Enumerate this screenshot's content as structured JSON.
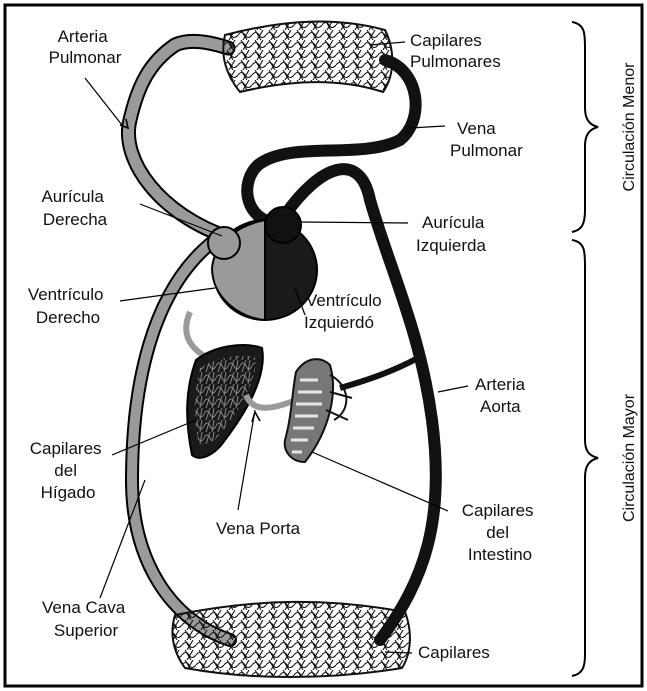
{
  "labels": {
    "arteria_pulmonar": [
      "Arteria",
      "Pulmonar"
    ],
    "capilares_pulmonares": [
      "Capilares",
      "Pulmonares"
    ],
    "vena_pulmonar": [
      "Vena",
      "Pulmonar"
    ],
    "auricula_derecha": [
      "Aurícula",
      "Derecha"
    ],
    "auricula_izquierda": [
      "Aurícula",
      "Izquierda"
    ],
    "ventriculo_derecho": [
      "Ventrículo",
      "Derecho"
    ],
    "ventriculo_izquierdo": [
      "Ventrículo",
      "Izquierdó"
    ],
    "arteria_aorta": [
      "Arteria",
      "Aorta"
    ],
    "capilares_higado": [
      "Capilares",
      "del",
      "Hígado"
    ],
    "vena_porta": "Vena Porta",
    "capilares_intestino": [
      "Capilares",
      "del",
      "Intestino"
    ],
    "vena_cava": [
      "Vena Cava",
      "Superior"
    ],
    "capilares": "Capilares"
  },
  "sections": {
    "menor": "Circulación Menor",
    "mayor": "Circulación Mayor"
  },
  "colors": {
    "venous": "#9a9a9a",
    "arterial": "#111111",
    "outline": "#000000"
  }
}
